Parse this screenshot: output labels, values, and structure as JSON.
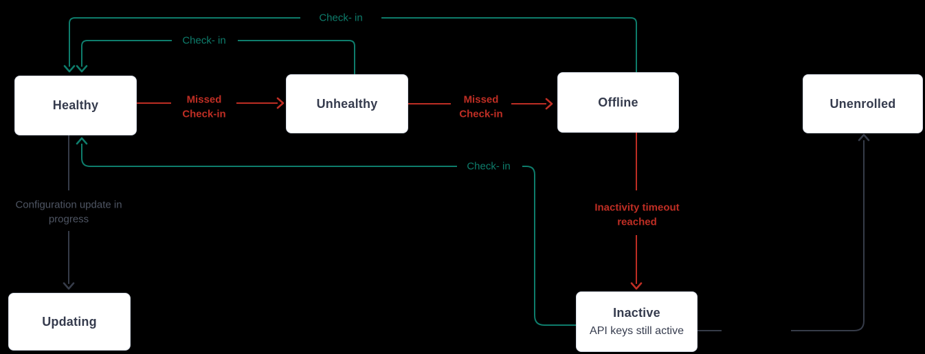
{
  "diagram": {
    "colors": {
      "teal": "#0e7d6c",
      "red": "#bf2e24",
      "slate": "#363c49",
      "gray_text": "#4e5563",
      "box_bg": "#ffffff",
      "box_border": "#d8dee9",
      "node_text": "#353b4d",
      "bg": "#000000"
    },
    "nodes": [
      {
        "id": "healthy",
        "label": "Healthy"
      },
      {
        "id": "unhealthy",
        "label": "Unhealthy"
      },
      {
        "id": "offline",
        "label": "Offline"
      },
      {
        "id": "unenrolled",
        "label": "Unenrolled"
      },
      {
        "id": "updating",
        "label": "Updating"
      },
      {
        "id": "inactive",
        "label": "Inactive",
        "sublabel": "API keys still active"
      }
    ],
    "edges": [
      {
        "from": "offline",
        "to": "healthy",
        "label": "Check- in",
        "color": "teal"
      },
      {
        "from": "unhealthy",
        "to": "healthy",
        "label": "Check- in",
        "color": "teal"
      },
      {
        "from": "healthy",
        "to": "unhealthy",
        "label": "Missed Check-in",
        "color": "red"
      },
      {
        "from": "unhealthy",
        "to": "offline",
        "label": "Missed Check-in",
        "color": "red"
      },
      {
        "from": "offline",
        "to": "inactive",
        "label": "Inactivity timeout reached",
        "color": "red"
      },
      {
        "from": "healthy",
        "to": "updating",
        "label": "Configuration update in progress",
        "color": "gray"
      },
      {
        "from": "inactive",
        "to": "healthy",
        "label": "Check- in",
        "color": "teal"
      },
      {
        "from": "inactive",
        "to": "unenrolled",
        "label": "",
        "color": "slate"
      }
    ]
  }
}
